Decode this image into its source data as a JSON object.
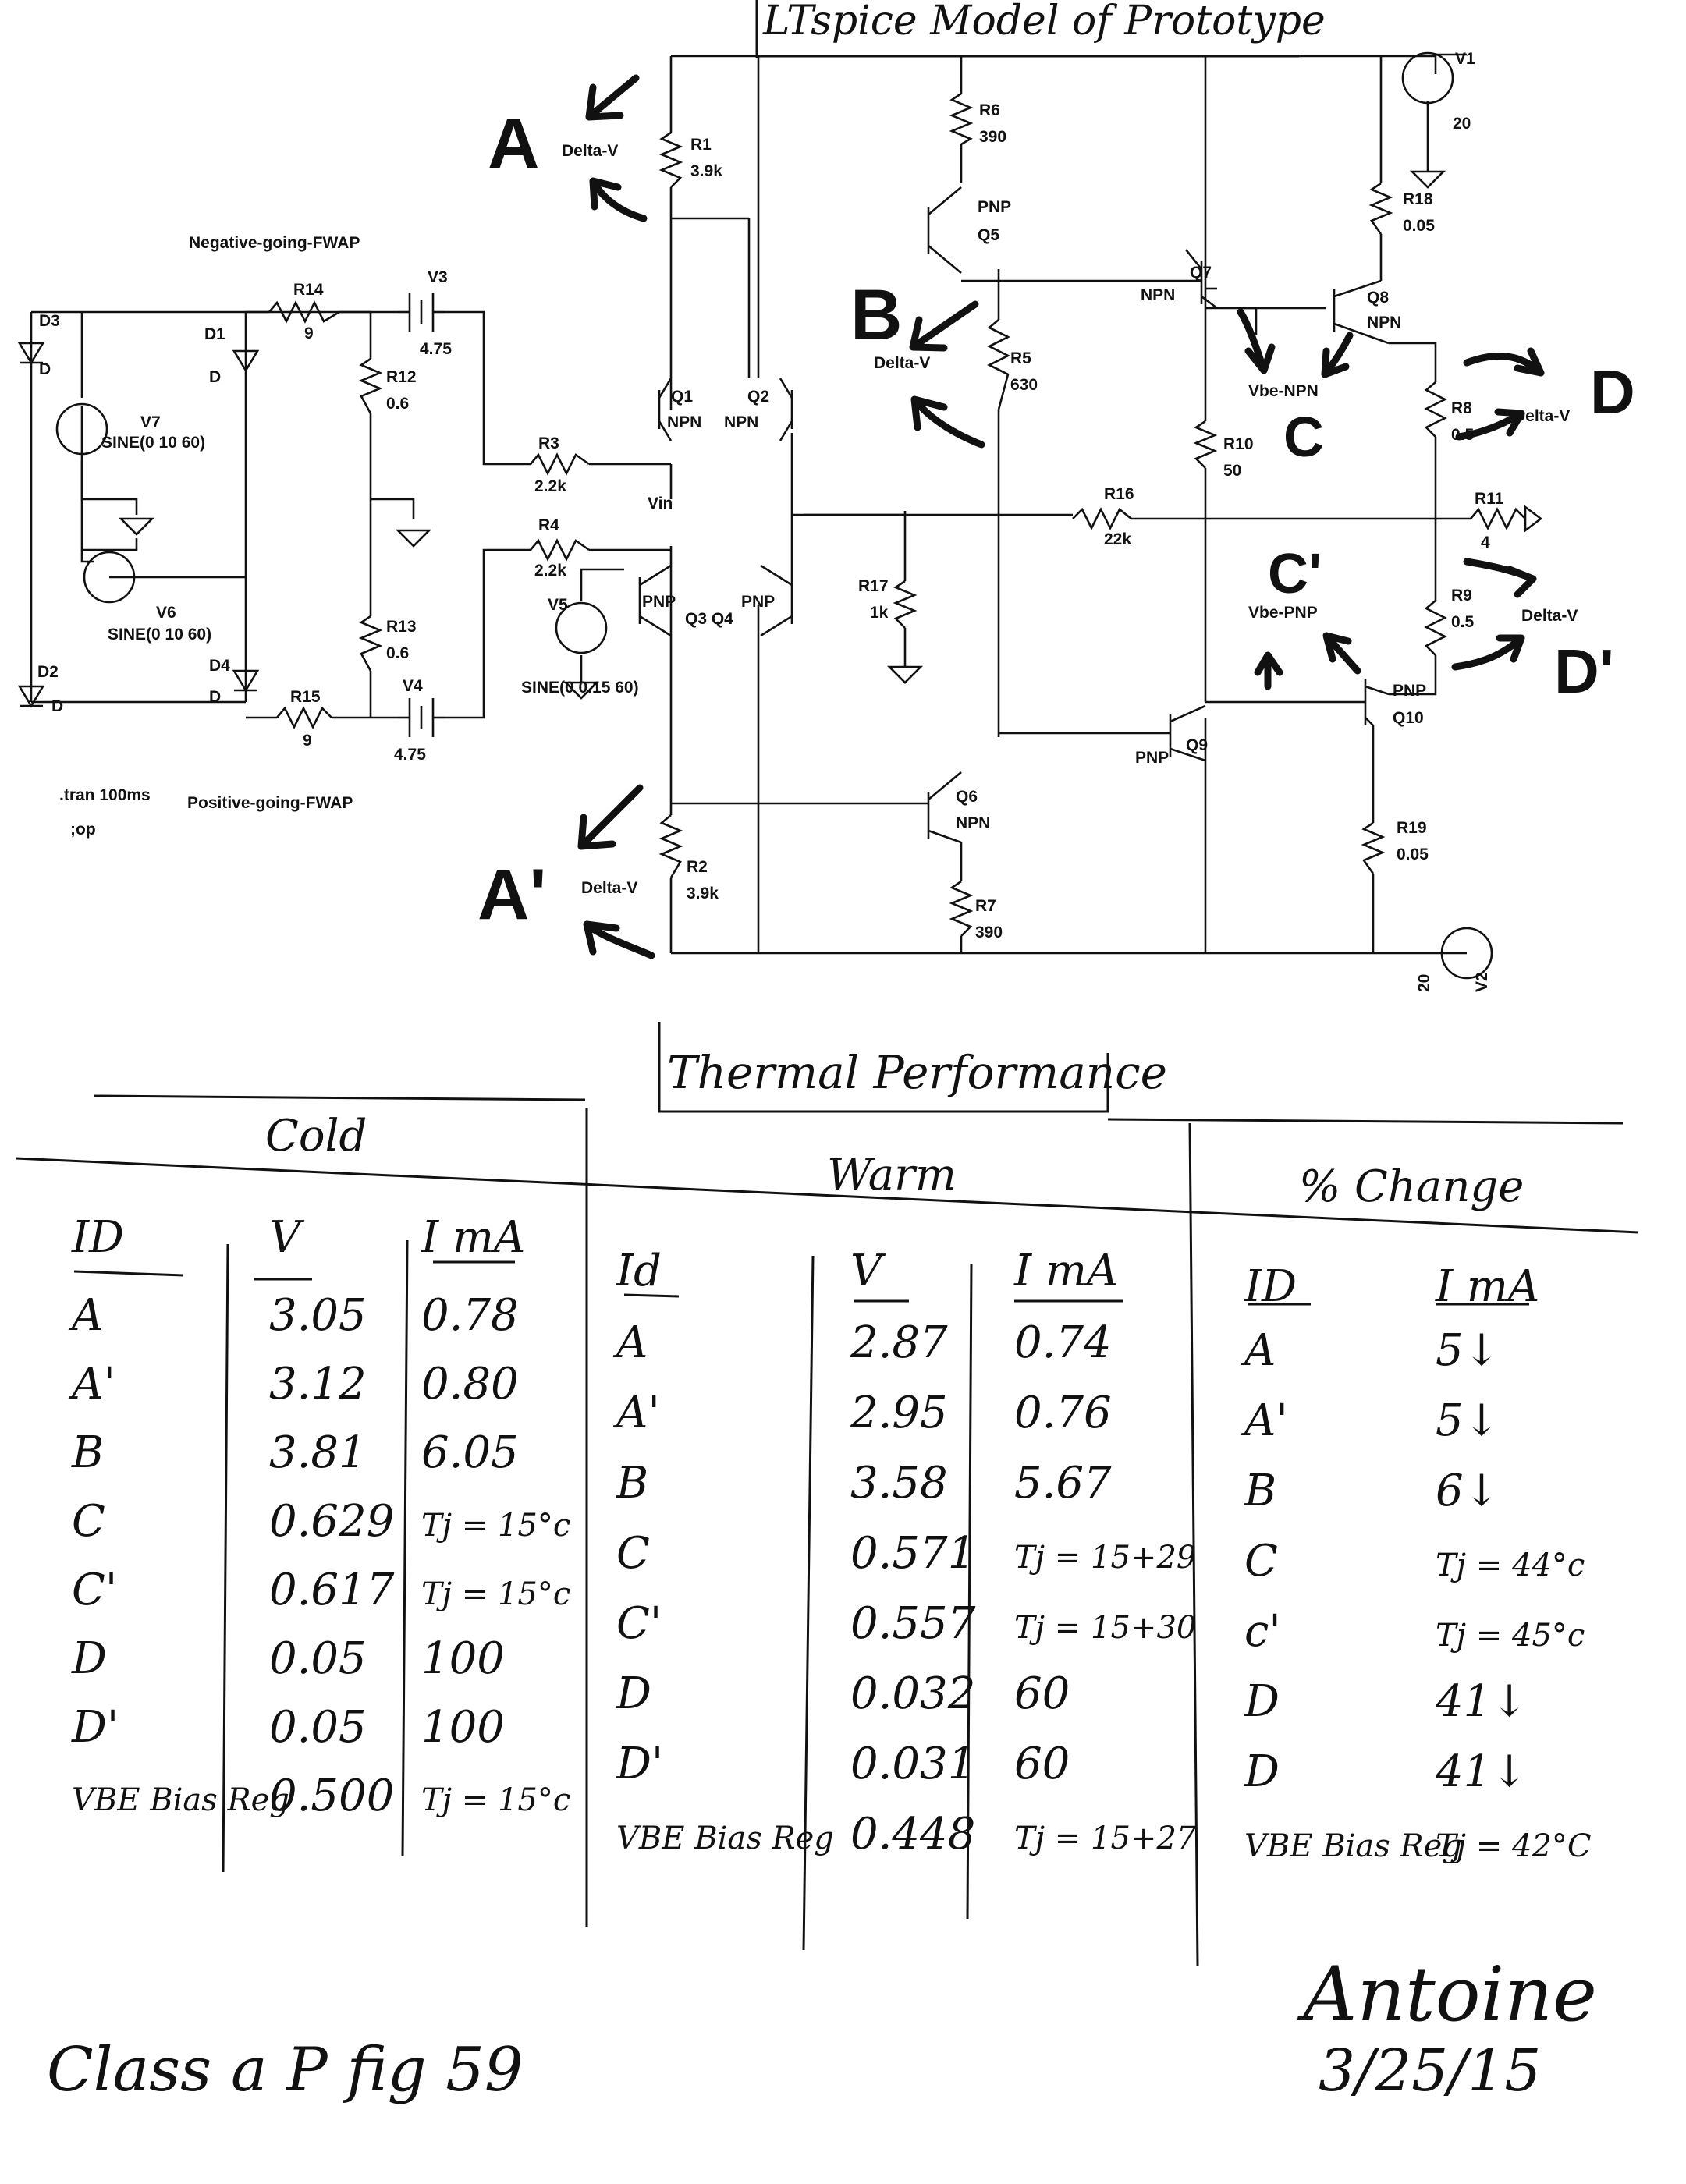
{
  "title": "LTspice Model of Prototype",
  "probes": {
    "A": "A",
    "A_prime": "A'",
    "B": "B",
    "C": "C",
    "C_prime": "C'",
    "D": "D",
    "D_prime": "D'",
    "delta_v": "Delta-V",
    "vbe_npn": "Vbe-NPN",
    "vbe_pnp": "Vbe-PNP",
    "vin": "Vin"
  },
  "fwap": {
    "negative": "Negative-going-FWAP",
    "positive": "Positive-going-FWAP"
  },
  "directives": {
    "tran": ".tran 100ms",
    "op": ";op"
  },
  "components": {
    "V1": {
      "name": "V1",
      "value": "20"
    },
    "V2": {
      "name": "V2",
      "value": "20"
    },
    "V3": {
      "name": "V3",
      "value": "4.75"
    },
    "V4": {
      "name": "V4",
      "value": "4.75"
    },
    "V5": {
      "name": "V5",
      "value": "SINE(0 0.15 60)"
    },
    "V6": {
      "name": "V6",
      "value": "SINE(0 10 60)"
    },
    "V7": {
      "name": "V7",
      "value": "SINE(0 10 60)"
    },
    "R1": {
      "name": "R1",
      "value": "3.9k"
    },
    "R2": {
      "name": "R2",
      "value": "3.9k"
    },
    "R3": {
      "name": "R3",
      "value": "2.2k"
    },
    "R4": {
      "name": "R4",
      "value": "2.2k"
    },
    "R5": {
      "name": "R5",
      "value": "630"
    },
    "R6": {
      "name": "R6",
      "value": "390"
    },
    "R7": {
      "name": "R7",
      "value": "390"
    },
    "R8": {
      "name": "R8",
      "value": "0.5"
    },
    "R9": {
      "name": "R9",
      "value": "0.5"
    },
    "R10": {
      "name": "R10",
      "value": "50"
    },
    "R11": {
      "name": "R11",
      "value": "4"
    },
    "R12": {
      "name": "R12",
      "value": "0.6"
    },
    "R13": {
      "name": "R13",
      "value": "0.6"
    },
    "R14": {
      "name": "R14",
      "value": "9"
    },
    "R15": {
      "name": "R15",
      "value": "9"
    },
    "R16": {
      "name": "R16",
      "value": "22k"
    },
    "R17": {
      "name": "R17",
      "value": "1k"
    },
    "R18": {
      "name": "R18",
      "value": "0.05"
    },
    "R19": {
      "name": "R19",
      "value": "0.05"
    },
    "D1": {
      "name": "D1",
      "value": "D"
    },
    "D2": {
      "name": "D2",
      "value": "D"
    },
    "D3": {
      "name": "D3",
      "value": "D"
    },
    "D4": {
      "name": "D4",
      "value": "D"
    },
    "Q1": {
      "name": "Q1",
      "value": "NPN"
    },
    "Q2": {
      "name": "Q2",
      "value": "NPN"
    },
    "Q3Q4": {
      "name": "Q3 Q4",
      "value": "PNP"
    },
    "Q5": {
      "name": "Q5",
      "value": "PNP"
    },
    "Q6": {
      "name": "Q6",
      "value": "NPN"
    },
    "Q7": {
      "name": "Q7",
      "value": "NPN"
    },
    "Q8": {
      "name": "Q8",
      "value": "NPN"
    },
    "Q9": {
      "name": "Q9",
      "value": "PNP"
    },
    "Q10": {
      "name": "Q10",
      "value": "PNP"
    }
  },
  "thermal": {
    "heading": "Thermal Performance",
    "groups": [
      "Cold",
      "Warm",
      "% Change"
    ],
    "cold": {
      "headers": [
        "ID",
        "V",
        "I mA"
      ],
      "rows": [
        [
          "A",
          "3.05",
          "0.78"
        ],
        [
          "A'",
          "3.12",
          "0.80"
        ],
        [
          "B",
          "3.81",
          "6.05"
        ],
        [
          "C",
          "0.629",
          "Tj = 15°c"
        ],
        [
          "C'",
          "0.617",
          "Tj = 15°c"
        ],
        [
          "D",
          "0.05",
          "100"
        ],
        [
          "D'",
          "0.05",
          "100"
        ],
        [
          "VBE Bias Reg",
          "0.500",
          "Tj = 15°c"
        ]
      ]
    },
    "warm": {
      "headers": [
        "Id",
        "V",
        "I mA"
      ],
      "rows": [
        [
          "A",
          "2.87",
          "0.74"
        ],
        [
          "A'",
          "2.95",
          "0.76"
        ],
        [
          "B",
          "3.58",
          "5.67"
        ],
        [
          "C",
          "0.571",
          "Tj = 15+29"
        ],
        [
          "C'",
          "0.557",
          "Tj = 15+30"
        ],
        [
          "D",
          "0.032",
          "60"
        ],
        [
          "D'",
          "0.031",
          "60"
        ],
        [
          "VBE Bias Reg",
          "0.448",
          "Tj = 15+27"
        ]
      ]
    },
    "change": {
      "headers": [
        "ID",
        "I mA"
      ],
      "rows": [
        [
          "A",
          "5↓"
        ],
        [
          "A'",
          "5↓"
        ],
        [
          "B",
          "6↓"
        ],
        [
          "C",
          "Tj = 44°c"
        ],
        [
          "c'",
          "Tj = 45°c"
        ],
        [
          "D",
          "41↓"
        ],
        [
          "D",
          "41↓"
        ],
        [
          "VBE Bias Reg",
          "Tj = 42°C"
        ]
      ]
    }
  },
  "footer": {
    "left": "Class a P fig 59",
    "signature": "Antoine",
    "date": "3/25/15"
  }
}
